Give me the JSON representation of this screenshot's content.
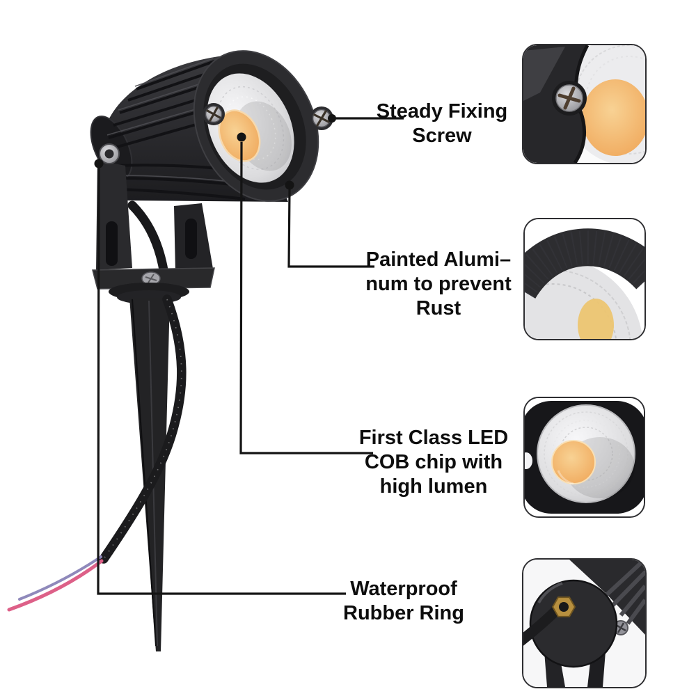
{
  "colors": {
    "background": "#ffffff",
    "callout_line": "#141414",
    "label_text": "#0d0d0d",
    "lamp_body": "#28282b",
    "reflector": "#e8e8ea",
    "cob_amber": "#f0a85c",
    "wire_pink": "#dd6088",
    "wire_blue": "#8f89bb",
    "brass_gland": "#b8903f",
    "thumbnail_border": "#2e2e31"
  },
  "callouts": [
    {
      "id": "fixing-screw",
      "lines": [
        "Steady Fixing",
        "Screw"
      ]
    },
    {
      "id": "painted-aluminum",
      "lines": [
        "Painted Alumi–",
        "num to prevent",
        "Rust"
      ]
    },
    {
      "id": "led-cob-chip",
      "lines": [
        "First Class LED",
        "COB chip with",
        "high lumen"
      ]
    },
    {
      "id": "rubber-ring",
      "lines": [
        "Waterproof",
        "Rubber Ring"
      ]
    }
  ],
  "thumbnails": [
    {
      "name": "fixing-screw-closeup"
    },
    {
      "name": "painted-aluminum-rim-closeup"
    },
    {
      "name": "led-cob-chip-closeup"
    },
    {
      "name": "waterproof-rubber-ring-closeup"
    }
  ]
}
